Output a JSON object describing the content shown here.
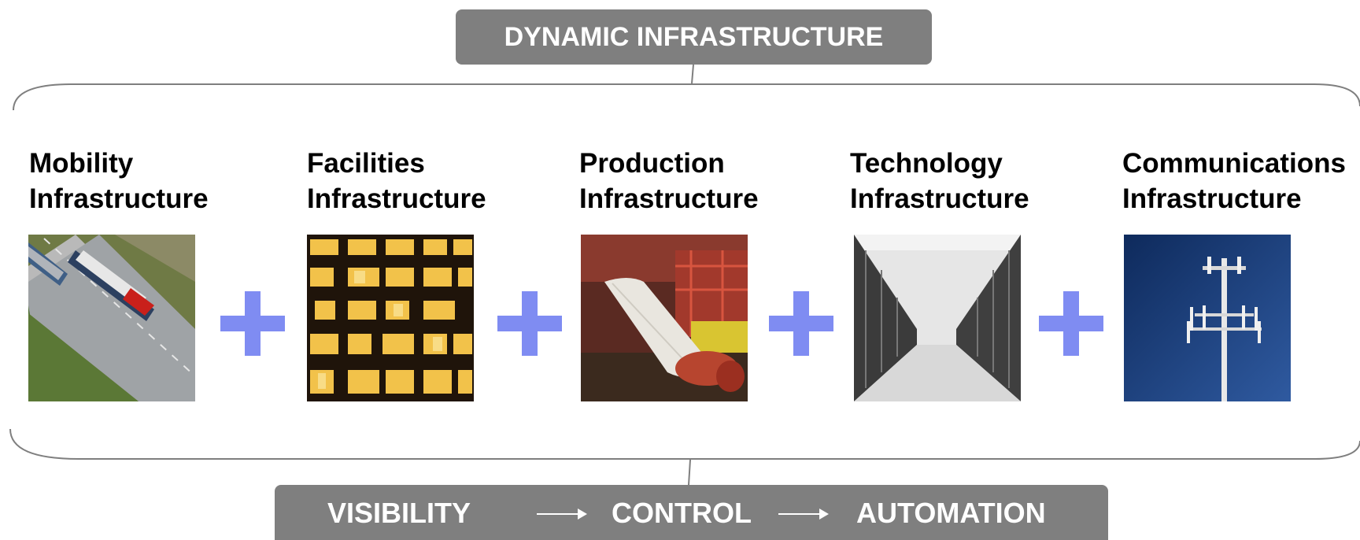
{
  "top_banner": "DYNAMIC INFRASTRUCTURE",
  "pillars": [
    {
      "line1": "Mobility",
      "line2": "Infrastructure",
      "image": "highway-trucks-photo"
    },
    {
      "line1": "Facilities",
      "line2": "Infrastructure",
      "image": "office-windows-photo"
    },
    {
      "line1": "Production",
      "line2": "Infrastructure",
      "image": "paper-mill-photo"
    },
    {
      "line1": "Technology",
      "line2": "Infrastructure",
      "image": "server-room-photo"
    },
    {
      "line1": "Communications",
      "line2": "Infrastructure",
      "image": "cell-tower-photo"
    }
  ],
  "bottom_banner": {
    "steps": [
      "VISIBILITY",
      "CONTROL",
      "AUTOMATION"
    ]
  },
  "colors": {
    "banner": "#7f7f7f",
    "plus": "#7f8cf2",
    "frame": "#7f7f7f"
  }
}
